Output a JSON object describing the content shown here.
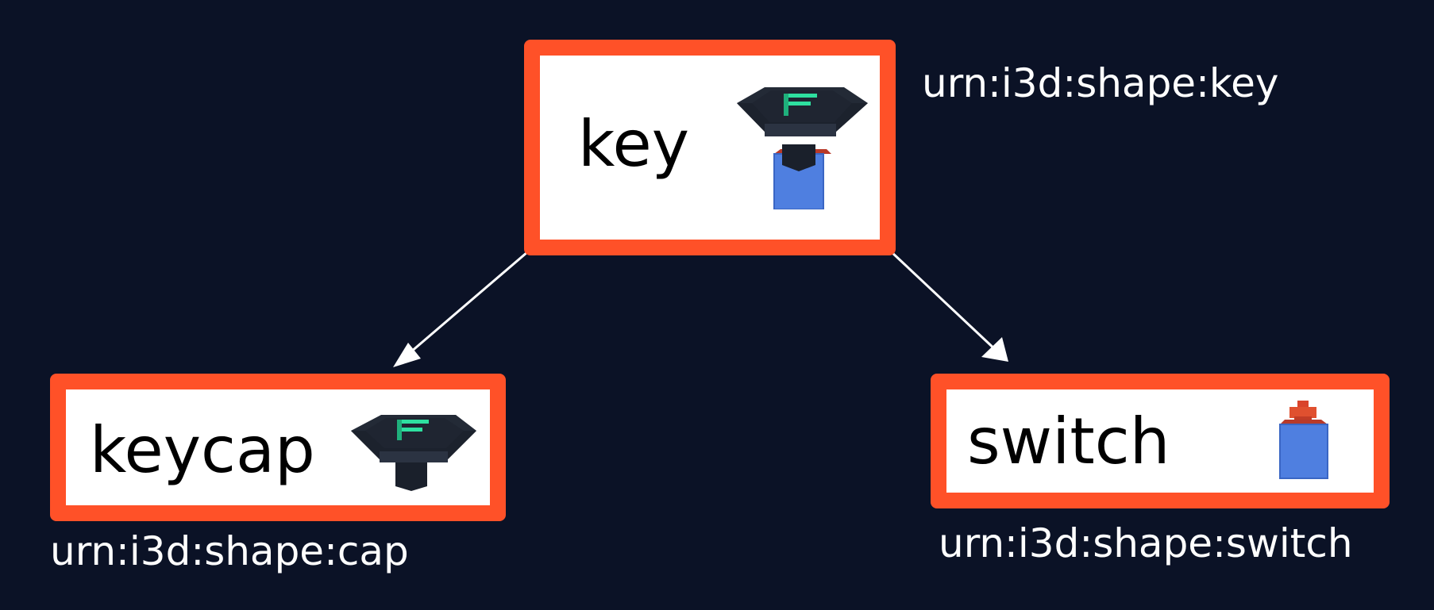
{
  "diagram": {
    "colors": {
      "background": "#0b1226",
      "node_border": "#ff5128",
      "node_fill": "#ffffff",
      "edge": "#ffffff"
    },
    "nodes": {
      "key": {
        "label": "key",
        "urn": "urn:i3d:shape:key",
        "icon": "key-icon"
      },
      "keycap": {
        "label": "keycap",
        "urn": "urn:i3d:shape:cap",
        "icon": "keycap-icon"
      },
      "switch": {
        "label": "switch",
        "urn": "urn:i3d:shape:switch",
        "icon": "switch-icon"
      }
    },
    "edges": [
      {
        "from": "key",
        "to": "keycap"
      },
      {
        "from": "key",
        "to": "switch"
      }
    ]
  }
}
